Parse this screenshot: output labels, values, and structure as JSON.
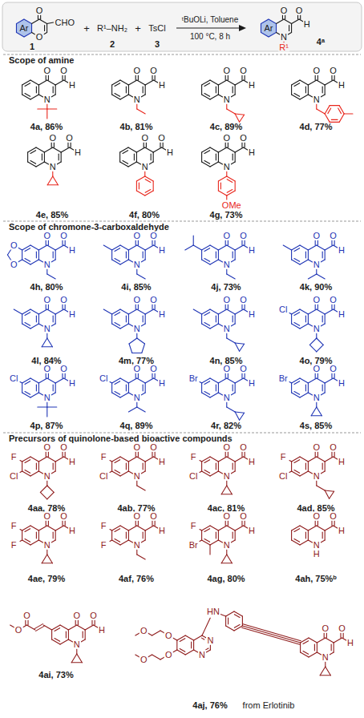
{
  "diagram": {
    "labels": [
      "Ar",
      "O",
      "CHO",
      "O",
      "1",
      "+",
      "R¹–NH₂",
      "2",
      "+",
      "TsCl",
      "3",
      "ᵗBuOLi, Toluene",
      "100 °C, 8 h",
      "Ar",
      "O",
      "O",
      "H",
      "N",
      "R¹",
      "4ᵃ",
      "Scope of amine",
      "O",
      "O",
      "H",
      "N",
      "4a, 86%",
      "O",
      "O",
      "H",
      "N",
      "4b, 81%",
      "O",
      "O",
      "H",
      "N",
      "4c, 89%",
      "O",
      "O",
      "H",
      "N",
      "4d, 77%",
      "O",
      "O",
      "H",
      "N",
      "4e, 85%",
      "O",
      "O",
      "H",
      "N",
      "4f, 80%",
      "O",
      "O",
      "H",
      "N",
      "OMe",
      "4g, 73%",
      "Scope of chromone-3-carboxaldehyde",
      "O",
      "O",
      "H",
      "N",
      "O",
      "O",
      "4h, 80%",
      "O",
      "O",
      "H",
      "N",
      "4i, 85%",
      "O",
      "O",
      "H",
      "N",
      "4j, 73%",
      "O",
      "O",
      "H",
      "N",
      "4k, 90%",
      "O",
      "O",
      "H",
      "N",
      "4l, 84%",
      "O",
      "O",
      "H",
      "N",
      "4m, 77%",
      "O",
      "O",
      "H",
      "N",
      "4n, 85%",
      "O",
      "O",
      "H",
      "N",
      "Cl",
      "4o, 79%",
      "O",
      "O",
      "H",
      "N",
      "Cl",
      "4p, 87%",
      "O",
      "O",
      "H",
      "N",
      "Cl",
      "4q, 89%",
      "O",
      "O",
      "H",
      "N",
      "Br",
      "4r, 82%",
      "O",
      "O",
      "H",
      "N",
      "Br",
      "4s, 85%",
      "Precursors of quinolone-based bioactive compounds",
      "O",
      "O",
      "H",
      "N",
      "F",
      "Cl",
      "4aa, 78%",
      "O",
      "O",
      "H",
      "N",
      "F",
      "Cl",
      "4ab, 77%",
      "O",
      "O",
      "H",
      "N",
      "F",
      "Cl",
      "4ac, 81%",
      "O",
      "O",
      "H",
      "N",
      "F",
      "Cl",
      "4ad, 85%",
      "O",
      "O",
      "H",
      "N",
      "F",
      "F",
      "4ae, 79%",
      "O",
      "O",
      "H",
      "N",
      "F",
      "F",
      "4af, 76%",
      "O",
      "O",
      "H",
      "N",
      "F",
      "Br",
      "4ag, 80%",
      "O",
      "O",
      "H",
      "N",
      "H",
      "4ah, 75%ᵇ",
      "O",
      "O",
      "H",
      "N",
      "O",
      "O",
      "4ai, 73%",
      "O",
      "O",
      "H",
      "N",
      "HN",
      "N",
      "N",
      "O",
      "O",
      "O",
      "O",
      "4aj, 76%",
      "from Erlotinib"
    ]
  }
}
